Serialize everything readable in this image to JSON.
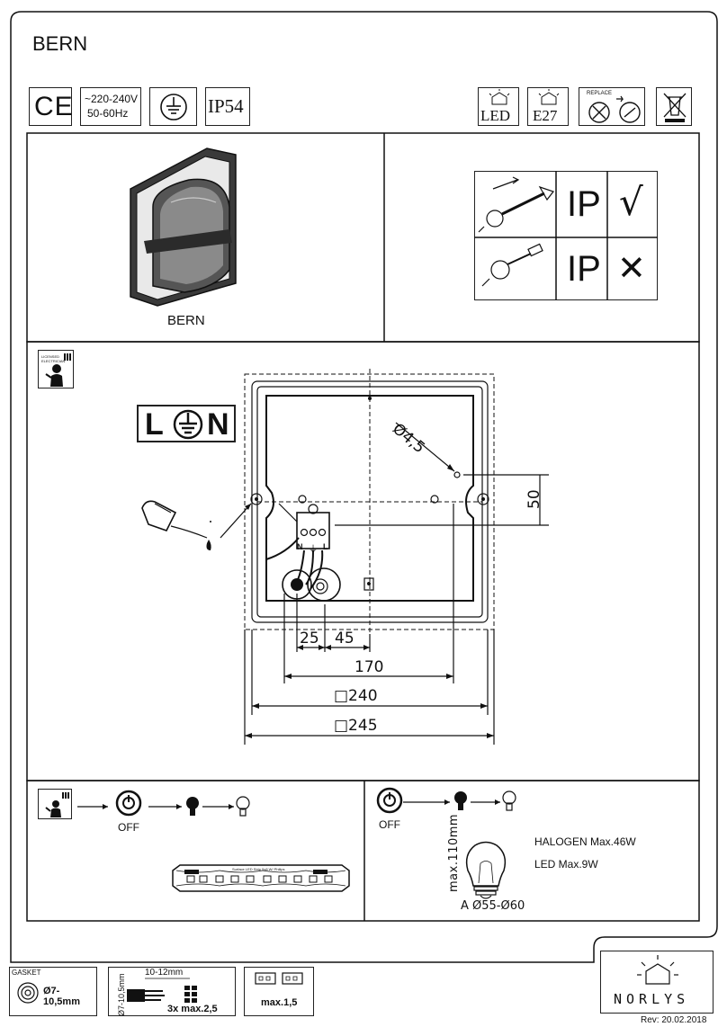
{
  "document": {
    "title": "BERN",
    "product_caption": "BERN",
    "revision": "Rev: 20.02.2018",
    "brand": "NORLYS"
  },
  "header_symbols": {
    "ce": "CE",
    "voltage_line1": "~220-240V",
    "voltage_line2": "50-60Hz",
    "ip_rating": "IP54",
    "led_label": "LED",
    "e27_label": "E27",
    "replace_label": "REPLACE"
  },
  "ip_table": {
    "row1_label": "IP",
    "row2_label": "IP",
    "row1_mark": "√",
    "row2_mark": "✕"
  },
  "wiring": {
    "licensed_label_line1": "LICENSED",
    "licensed_label_line2": "ELECTRICIAN",
    "lon_l": "L",
    "lon_n": "N",
    "terminal_labels": [
      "N",
      "⏚",
      "L"
    ],
    "dim_hole": "Ø4,5",
    "dim_50": "50",
    "dim_25": "25",
    "dim_45": "45",
    "dim_170": "170",
    "dim_240": "□240",
    "dim_245": "□245"
  },
  "bulb_section": {
    "off_label_left": "OFF",
    "off_label_right": "OFF",
    "led_strip_text": "Surface LED Strip 5x8 W/ Philips",
    "max_height": "max.110mm",
    "halogen": "HALOGEN Max.46W",
    "led": "LED Max.9W",
    "diameter": "A Ø55-Ø60"
  },
  "footer": {
    "gasket_label": "GASKET",
    "gasket_value": "Ø7-10,5mm",
    "strip_top": "10-12mm",
    "strip_side": "Ø7-10,5mm",
    "strip_max": "3x max.2,5",
    "terminal_max": "max.1,5"
  }
}
